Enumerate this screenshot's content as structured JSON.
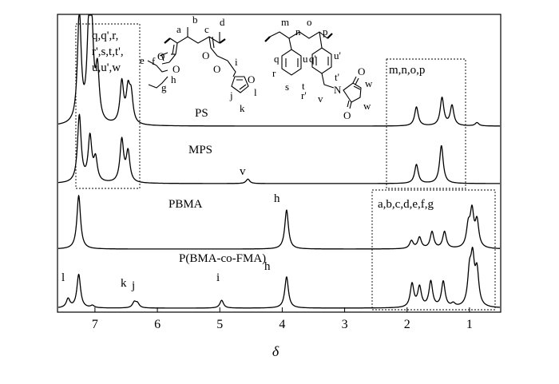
{
  "chart_data": {
    "type": "line",
    "xlabel": "δ",
    "xlim": [
      7.6,
      0.5
    ],
    "x_reversed": true,
    "x_ticks": [
      "7",
      "6",
      "5",
      "4",
      "3",
      "2",
      "1"
    ],
    "series": [
      {
        "name": "PS",
        "peaks": [
          {
            "ppm": 7.25,
            "height": 1.0
          },
          {
            "ppm": 7.1,
            "height": 0.72
          },
          {
            "ppm": 7.05,
            "height": 0.7
          },
          {
            "ppm": 6.96,
            "height": 0.45
          },
          {
            "ppm": 6.57,
            "height": 0.37
          },
          {
            "ppm": 6.47,
            "height": 0.28
          },
          {
            "ppm": 6.42,
            "height": 0.24
          },
          {
            "ppm": 1.85,
            "height": 0.17
          },
          {
            "ppm": 1.44,
            "height": 0.25
          },
          {
            "ppm": 1.28,
            "height": 0.18
          },
          {
            "ppm": 0.88,
            "height": 0.03
          }
        ]
      },
      {
        "name": "MPS",
        "peaks": [
          {
            "ppm": 7.25,
            "height": 0.6
          },
          {
            "ppm": 7.08,
            "height": 0.4
          },
          {
            "ppm": 6.99,
            "height": 0.2
          },
          {
            "ppm": 6.57,
            "height": 0.38
          },
          {
            "ppm": 6.47,
            "height": 0.27
          },
          {
            "ppm": 4.55,
            "height": 0.04
          },
          {
            "ppm": 1.85,
            "height": 0.17
          },
          {
            "ppm": 1.45,
            "height": 0.34
          }
        ]
      },
      {
        "name": "PBMA",
        "peaks": [
          {
            "ppm": 7.26,
            "height": 0.48
          },
          {
            "ppm": 3.93,
            "height": 0.35
          },
          {
            "ppm": 1.93,
            "height": 0.07
          },
          {
            "ppm": 1.8,
            "height": 0.1
          },
          {
            "ppm": 1.6,
            "height": 0.15
          },
          {
            "ppm": 1.4,
            "height": 0.15
          },
          {
            "ppm": 1.02,
            "height": 0.18
          },
          {
            "ppm": 0.96,
            "height": 0.31
          },
          {
            "ppm": 0.88,
            "height": 0.23
          }
        ]
      },
      {
        "name": "P(BMA-co-FMA)",
        "peaks": [
          {
            "ppm": 7.43,
            "height": 0.08
          },
          {
            "ppm": 7.26,
            "height": 0.3
          },
          {
            "ppm": 7.04,
            "height": 0.02
          },
          {
            "ppm": 6.37,
            "height": 0.05
          },
          {
            "ppm": 6.32,
            "height": 0.04
          },
          {
            "ppm": 4.97,
            "height": 0.07
          },
          {
            "ppm": 3.93,
            "height": 0.28
          },
          {
            "ppm": 1.92,
            "height": 0.21
          },
          {
            "ppm": 1.8,
            "height": 0.18
          },
          {
            "ppm": 1.62,
            "height": 0.23
          },
          {
            "ppm": 1.42,
            "height": 0.23
          },
          {
            "ppm": 1.26,
            "height": 0.03
          },
          {
            "ppm": 1.0,
            "height": 0.28
          },
          {
            "ppm": 0.95,
            "height": 0.39
          },
          {
            "ppm": 0.88,
            "height": 0.3
          }
        ]
      }
    ],
    "annotations": {
      "aromatic": "q,q',r,",
      "aromatic_2": "r',s,t,t',",
      "aromatic_3": "u,u',w",
      "backbone_ps": "m,n,o,p",
      "backbone_pbma": "a,b,c,d,e,f,g",
      "label_v": "v",
      "label_h_pbma": "h",
      "label_h_copolymer": "h",
      "label_i": "i",
      "label_k": "k",
      "label_j": "j",
      "label_l": "l"
    },
    "structure_labels": {
      "a": "a",
      "b": "b",
      "c": "c",
      "d": "d",
      "e": "e",
      "f": "f",
      "g": "g",
      "h": "h",
      "i": "i",
      "j": "j",
      "k": "k",
      "l": "l",
      "m": "m",
      "n": "n",
      "o": "o",
      "p": "p",
      "q": "q",
      "r": "r",
      "s": "s",
      "t": "t",
      "u": "u",
      "q_prime": "q'",
      "u_prime": "u'",
      "t_prime": "t'",
      "r_prime": "r'",
      "v": "v",
      "w1": "w",
      "w2": "w",
      "O": "O",
      "N": "N"
    }
  }
}
